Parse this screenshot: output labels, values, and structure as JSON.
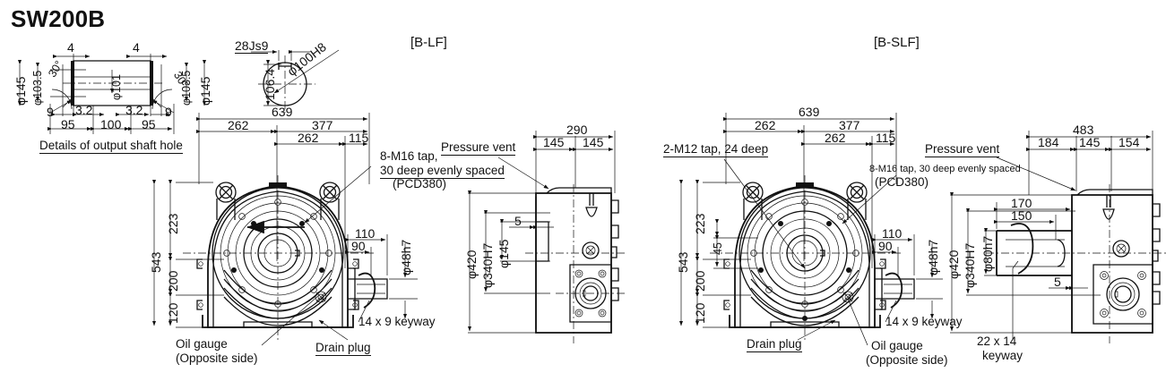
{
  "drawing": {
    "title": "SW200B",
    "variants": [
      {
        "id": "b-lf",
        "label": "[B-LF]"
      },
      {
        "id": "b-slf",
        "label": "[B-SLF]"
      }
    ]
  },
  "detail_shaft_hole": {
    "caption": "Details of output shaft hole",
    "dims": {
      "top_left_4": "4",
      "top_right_4": "4",
      "dia_145_left": "φ145",
      "dia_1035_left": "φ103.5",
      "dia_101": "φ101",
      "dia_1035_right": "φ103.5",
      "dia_145_right": "φ145",
      "angle_left": "30°",
      "angle_right": "30°",
      "nine_left": "9",
      "nine_right": "9",
      "chamfer_left": "3.2",
      "chamfer_right": "3.2",
      "base_left_95": "95",
      "base_mid_100": "100",
      "base_right_95": "95"
    }
  },
  "detail_keyway": {
    "width_tol": "28Js9",
    "height": "106.4",
    "bore": "φ100H8"
  },
  "view_blf_front": {
    "horizontal": {
      "overall": "639",
      "left_seg": "262",
      "right_seg": "377",
      "inner_262": "262",
      "inner_115": "115"
    },
    "vertical": {
      "overall": "543",
      "top_223": "223",
      "mid_200": "200",
      "bot_120": "120"
    },
    "shaft": {
      "len_110": "110",
      "len_90": "90",
      "dia": "φ48h7",
      "keyway": "14 x 9 keyway"
    },
    "notes": {
      "tap": "8-M16 tap,",
      "tap_line2": "30 deep evenly spaced",
      "tap_line3": "(PCD380)",
      "pressure_vent": "Pressure vent",
      "oil_gauge": "Oil gauge",
      "oil_gauge_2": "(Opposite side)",
      "drain_plug": "Drain plug"
    }
  },
  "view_blf_side": {
    "width_total": "290",
    "width_left": "145",
    "width_right": "145",
    "dia_420": "φ420",
    "dia_340": "φ340H7",
    "dia_145": "φ145",
    "offset_5": "5"
  },
  "view_bslf_front": {
    "horizontal": {
      "overall": "639",
      "left_seg": "262",
      "right_seg": "377",
      "inner_262": "262",
      "inner_115": "115"
    },
    "vertical": {
      "overall": "543",
      "top_223": "223",
      "mid_45": "45",
      "mid_200": "200",
      "bot_120": "120"
    },
    "shaft": {
      "len_110": "110",
      "len_90": "90",
      "dia": "φ48h7",
      "keyway": "14 x 9 keyway"
    },
    "notes": {
      "tap_m12": "2-M12 tap, 24 deep",
      "tap_m16": "8-M16 tap, 30 deep evenly spaced",
      "tap_m16_pcd": "(PCD380)",
      "pressure_vent": "Pressure vent",
      "drain_plug": "Drain plug",
      "oil_gauge": "Oil gauge",
      "oil_gauge_2": "(Opposite side)"
    }
  },
  "view_bslf_side": {
    "width_total": "483",
    "seg_184": "184",
    "seg_145": "145",
    "seg_154": "154",
    "dia_420": "φ420",
    "dia_340": "φ340H7",
    "dia_80": "φ80h7",
    "len_170": "170",
    "len_150": "150",
    "offset_5": "5",
    "keyway": "22 x 14",
    "keyway_2": "keyway"
  },
  "style": {
    "ink": "#111111",
    "paper": "#ffffff"
  }
}
